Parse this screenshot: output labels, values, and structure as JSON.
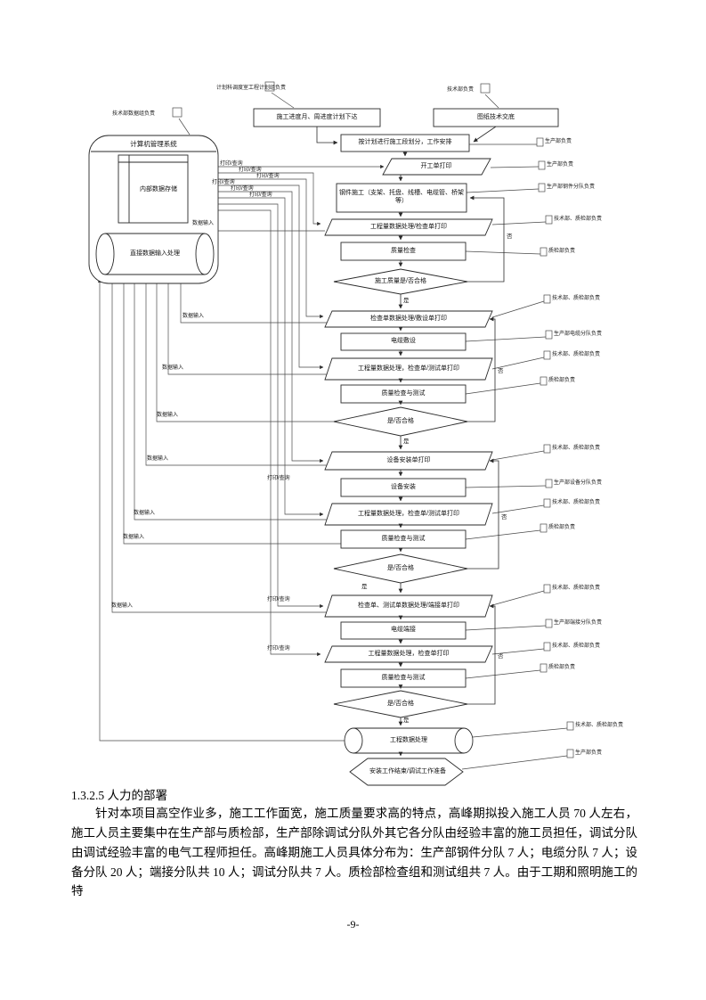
{
  "flowchart": {
    "callouts": {
      "planning": "计划科调度室工程计划组负责",
      "tech_top": "技术部负责",
      "data_group": "技术部数据组负责"
    },
    "system": {
      "title": "计算机管理系统",
      "storage": "内部数据存储",
      "direct_input": "直接数据输入处理"
    },
    "nodes": {
      "plan_issue": "施工进度月、周进度计划下达",
      "drawing": "图纸技术交底",
      "arrange": "按计划进行施工段划分，工作安排",
      "start_order": "开工单打印",
      "steel_work": "钢件施工（支架、托盘、线槽、电缆管、桥架等）",
      "qty_check_print": "工程量数据处理/检查单打印",
      "quality_check": "质量检查",
      "d1": "施工质量是/否合格",
      "check_lay_print": "检查单数据处理/敷设单打印",
      "cable_laying": "电缆敷设",
      "qty_check_test_print": "工程量数据处理，检查单/测试单打印",
      "qc_test1": "质量检查与测试",
      "d2": "是/否合格",
      "equip_install_print": "设备安装单打印",
      "equip_install": "设备安装",
      "qty_check_test_print2": "工程量数据处理，检查单/测试单打印",
      "qc_test2": "质量检查与测试",
      "d3": "是/否合格",
      "check_test_term_print": "检查单、测试单数据处理/端接单打印",
      "cable_term": "电缆端接",
      "qty_check_print2": "工程量数据处理，检查单打印",
      "qc_test3": "质量检查与测试",
      "d4": "是/否合格",
      "data_process": "工程数据处理",
      "finish": "安装工作结束/调试工作准备"
    },
    "labels": {
      "yes": "是",
      "no": "否",
      "print_query": "打印/查询",
      "data_input": "数据输入"
    },
    "responsibles": [
      "生产部负责",
      "生产部负责",
      "生产部钢件分队负责",
      "技术部、质检部负责",
      "质检部负责",
      "技术部、质检部负责",
      "生产部电缆分队负责",
      "技术部、质检部负责",
      "质检部负责",
      "技术部、质检部负责",
      "生产部设备分队负责",
      "技术部、质检部负责",
      "质检部负责",
      "技术部、质检部负责",
      "生产部端接分队负责",
      "技术部、质检部负责",
      "质检部负责",
      "技术部、质检部负责",
      "生产部负责"
    ]
  },
  "document": {
    "section_heading": "1.3.2.5 人力的部署",
    "paragraph": "针对本项目高空作业多，施工工作面宽，施工质量要求高的特点，高峰期拟投入施工人员 70 人左右，施工人员主要集中在生产部与质检部，生产部除调试分队外其它各分队由经验丰富的施工员担任，调试分队由调试经验丰富的电气工程师担任。高峰期施工人员具体分布为：生产部钢件分队 7 人；电缆分队 7 人；设备分队 20 人；端接分队共 10 人；调试分队共 7 人。质检部检查组和测试组共 7 人。由于工期和照明施工的特",
    "page_number": "-9-"
  }
}
